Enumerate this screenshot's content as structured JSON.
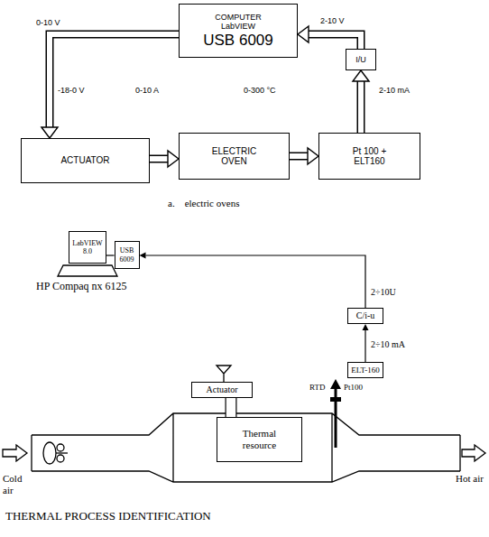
{
  "diagram": {
    "nodes": [
      {
        "text": [
          "COMPUTER LabVIEW",
          "USB 6009"
        ]
      },
      {
        "text": [
          "I/U"
        ]
      },
      {
        "text": [
          "ACTUATOR"
        ]
      },
      {
        "text": [
          "ELECTRIC OVEN"
        ]
      },
      {
        "text": [
          "Pt 100 + ELT160"
        ]
      },
      {
        "text": [
          "LabVIEW 8.0"
        ]
      },
      {
        "text": [
          "USB 6009"
        ]
      },
      {
        "text": [
          "C/i-u"
        ]
      },
      {
        "text": [
          "ELT-160"
        ]
      },
      {
        "text": [
          "Actuator"
        ]
      },
      {
        "text": [
          "Thermal resource"
        ]
      }
    ],
    "edges": [
      {
        "from": 0,
        "to": 2,
        "arrow": "to"
      },
      {
        "from": 2,
        "to": 3,
        "arrow": "to"
      },
      {
        "from": 3,
        "to": 4,
        "arrow": "to"
      },
      {
        "from": 4,
        "to": 1,
        "arrow": "to"
      },
      {
        "from": 1,
        "to": 0,
        "arrow": "to"
      },
      {
        "from": 6,
        "to": 5,
        "arrow": "none"
      },
      {
        "from": 7,
        "to": 6,
        "arrow": "to"
      },
      {
        "from": 8,
        "to": 7,
        "arrow": "to"
      },
      {
        "from": 9,
        "to": 10,
        "arrow": "none"
      }
    ],
    "labels": [
      "0-10 V",
      "2-10 V",
      "-18-0 V",
      "0-10 A",
      "0-300 °C",
      "2-10 mA",
      "a.    electric ovens",
      "HP Compaq nx 6125",
      "2÷10U",
      "2÷10 mA",
      "RTD",
      "Pt100",
      "Cold air",
      "Hot air",
      "THERMAL PROCESS IDENTIFICATION"
    ]
  }
}
